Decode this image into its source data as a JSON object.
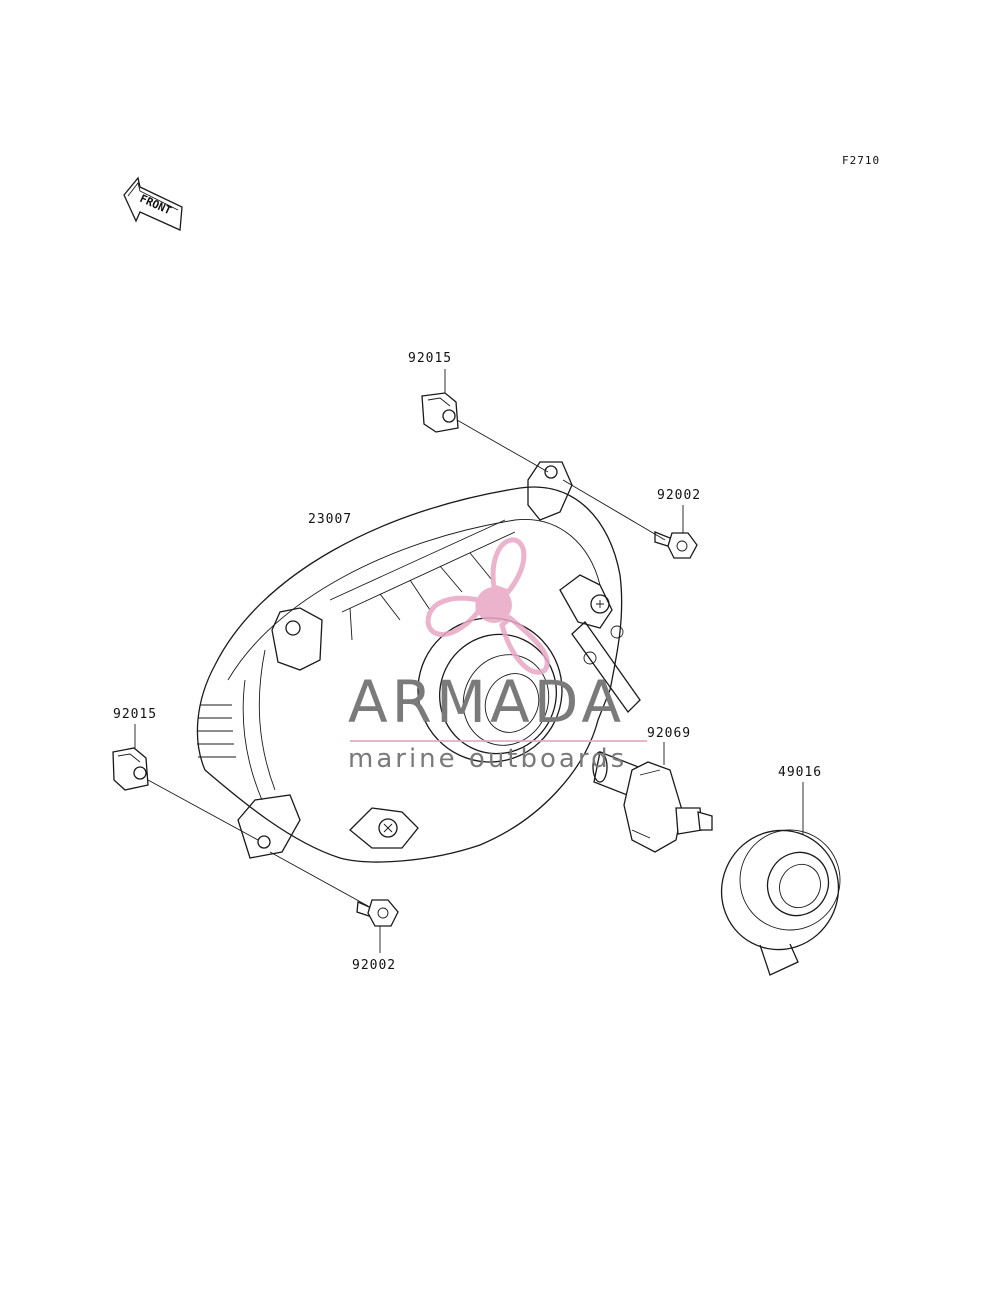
{
  "figure_code": "F2710",
  "front_arrow_text": "FRONT",
  "watermark": {
    "brand": "ARMADA",
    "tagline": "marine outboards",
    "logo_color": "#e8a6c4",
    "text_color": "#7a7a7a"
  },
  "parts": [
    {
      "id": "top-clip",
      "number": "92015"
    },
    {
      "id": "top-bolt",
      "number": "92002"
    },
    {
      "id": "headlight-housing",
      "number": "23007"
    },
    {
      "id": "left-clip",
      "number": "92015"
    },
    {
      "id": "bulb",
      "number": "92069"
    },
    {
      "id": "bulb-cover",
      "number": "49016"
    },
    {
      "id": "bottom-bolt",
      "number": "92002"
    }
  ]
}
